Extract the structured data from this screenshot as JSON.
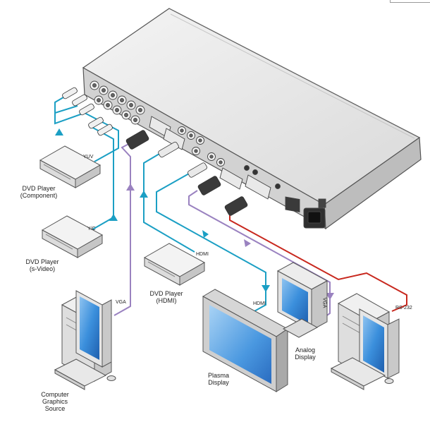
{
  "colors": {
    "cable_teal": "#1b9fc4",
    "cable_purple": "#9a82c0",
    "cable_red": "#c8281e",
    "device_body": "#e4e4e4",
    "device_dark": "#4a4a4a",
    "screen_blue": "#2f7fd0"
  },
  "devices": {
    "dvd_component": {
      "name": "DVD Player",
      "sub": "(Component)"
    },
    "dvd_svideo": {
      "name": "DVD Player",
      "sub": "(s-Video)"
    },
    "dvd_hdmi": {
      "name": "DVD Player",
      "sub": "(HDMI)"
    },
    "computer": {
      "name": "Computer",
      "sub": "Graphics",
      "sub2": "Source"
    },
    "plasma": {
      "name": "Plasma",
      "sub": "Display"
    },
    "analog": {
      "name": "Analog",
      "sub": "Display"
    }
  },
  "cables": {
    "yuv": "YUV",
    "yc": "Y/C",
    "hdmi_in": "HDMI",
    "vga_in": "VGA",
    "hdmi_out": "HDMI",
    "vga_out": "VGA",
    "rs232": "RS-232"
  }
}
